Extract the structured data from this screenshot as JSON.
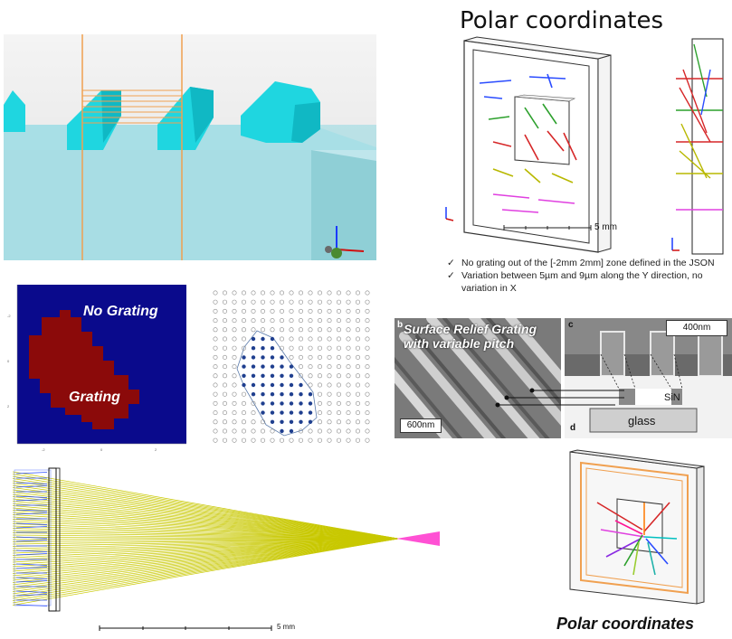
{
  "titles": {
    "top": "Polar coordinates",
    "bottom": "Polar coordinates"
  },
  "notes": {
    "check_symbol": "✓",
    "items": [
      "No grating out of the [-2mm 2mm] zone defined in the JSON",
      "Variation between 5µm and 9µm along the Y direction, no variation in X"
    ]
  },
  "polar_panel": {
    "scale_label": "5 mm"
  },
  "heatmap": {
    "no_grating_label": "No Grating",
    "grating_label": "Grating"
  },
  "sem": {
    "panel_b_letter": "b",
    "title_line1": "Surface Relief Grating",
    "title_line2": "with variable pitch",
    "scale_left": "600nm",
    "panel_c_letter": "c",
    "scale_right": "400nm",
    "panel_d_letter": "d",
    "sin_label": "SiN",
    "glass_label": "glass"
  },
  "ray_trace": {
    "scale_label": "5 mm"
  },
  "colors": {
    "cyan_prism": "#1fd6e0",
    "navy_bg": "#0a0a8c",
    "grating_red": "#8b0a0a",
    "ray_yellow": "#c8c800",
    "focus_magenta": "#ff33cc"
  }
}
